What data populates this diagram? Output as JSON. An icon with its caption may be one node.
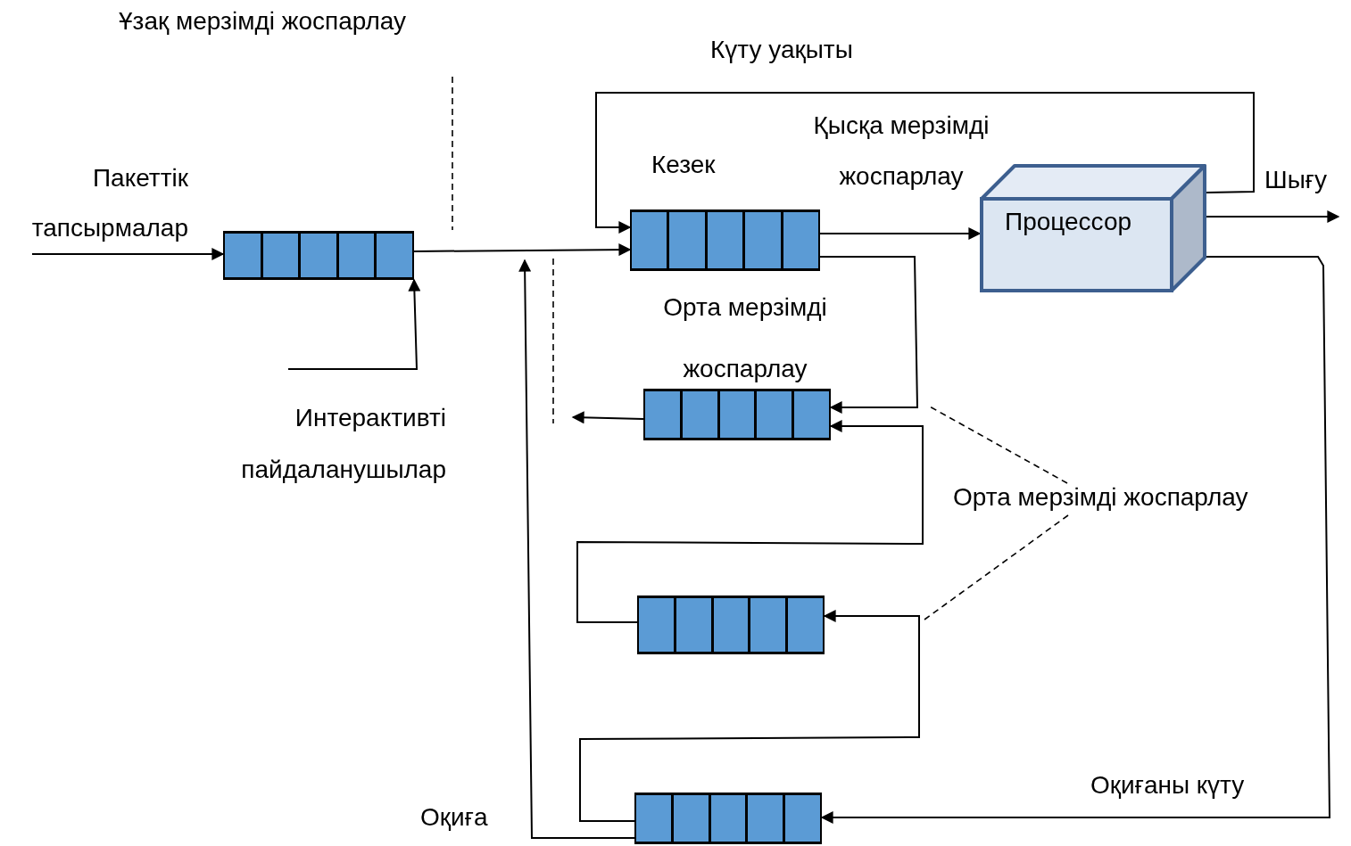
{
  "diagram": {
    "nodes": [
      {
        "text": [],
        "shape": "bar"
      },
      {
        "text": [],
        "shape": "bar"
      },
      {
        "text": [
          "Процессор"
        ]
      },
      {
        "text": [],
        "shape": "bar"
      },
      {
        "text": [],
        "shape": "bar"
      },
      {
        "text": [],
        "shape": "bar"
      },
      {
        "text": [
          "Орта мерзімді жоспарлау"
        ]
      }
    ],
    "edges": [
      {
        "from": null,
        "to": 0,
        "arrow": "to"
      },
      {
        "from": null,
        "to": 0,
        "arrow": "to"
      },
      {
        "from": 0,
        "to": 1,
        "arrow": "to"
      },
      {
        "from": 5,
        "to": null,
        "arrow": "to"
      },
      {
        "from": 3,
        "to": null,
        "arrow": "to"
      },
      {
        "from": 1,
        "to": 2,
        "arrow": "to"
      },
      {
        "from": 2,
        "to": 1,
        "arrow": "to"
      },
      {
        "from": 2,
        "to": null,
        "arrow": "to"
      },
      {
        "from": 2,
        "to": 5,
        "arrow": "to"
      },
      {
        "from": 1,
        "to": 3,
        "arrow": "to"
      },
      {
        "from": 4,
        "to": 3,
        "arrow": "to"
      },
      {
        "from": 5,
        "to": 4,
        "arrow": "to"
      },
      {
        "from": 6,
        "to": null,
        "arrow": "none",
        "style": "dashed"
      },
      {
        "from": 6,
        "to": null,
        "arrow": "none",
        "style": "dashed"
      }
    ],
    "labels": [
      "Ұзақ мерзімді жоспарлау",
      "Күту уақыты",
      "Қысқа мерзімді жоспарлау",
      "Кезек",
      "Пакеттік тапсырмалар",
      "Шығу",
      "Орта мерзімді жоспарлау",
      "Интерактивті пайдаланушылар",
      "Оқиғаны күту",
      "Оқиға"
    ]
  }
}
